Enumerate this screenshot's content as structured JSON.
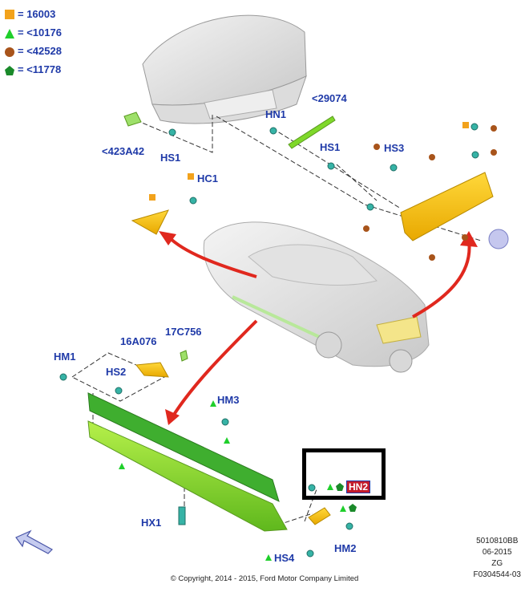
{
  "legend": [
    {
      "shape": "square",
      "color": "#f2a21c",
      "text": "= 16003"
    },
    {
      "shape": "triangle",
      "color": "#1fcf2b",
      "text": "= <10176"
    },
    {
      "shape": "circle",
      "color": "#a8541b",
      "text": "= <42528"
    },
    {
      "shape": "pentagon",
      "color": "#1a8a2a",
      "text": "= <11778"
    }
  ],
  "labels": {
    "l_423a42": "<423A42",
    "hs1_left": "HS1",
    "hn1": "HN1",
    "l_29074": "<29074",
    "hs1_right": "HS1",
    "hs3": "HS3",
    "hc1": "HC1",
    "hm1": "HM1",
    "l_16a076": "16A076",
    "l_17c756": "17C756",
    "hs2": "HS2",
    "hm3": "HM3",
    "hn2": "HN2",
    "hx1": "HX1",
    "hm2": "HM2",
    "hs4": "HS4"
  },
  "meta": {
    "code": "5010810BB",
    "date": "06-2015",
    "initials": "ZG",
    "figure": "F0304544-03"
  },
  "copyright": "© Copyright, 2014 - 2015, Ford Motor Company Limited",
  "colors": {
    "label_blue": "#1f3aa8",
    "arrow_red": "#e0281e",
    "part_green": "#7fd82a",
    "part_yellow": "#f5c211",
    "part_teal": "#36b3a6"
  },
  "icons": [
    "direction-arrow-icon"
  ]
}
